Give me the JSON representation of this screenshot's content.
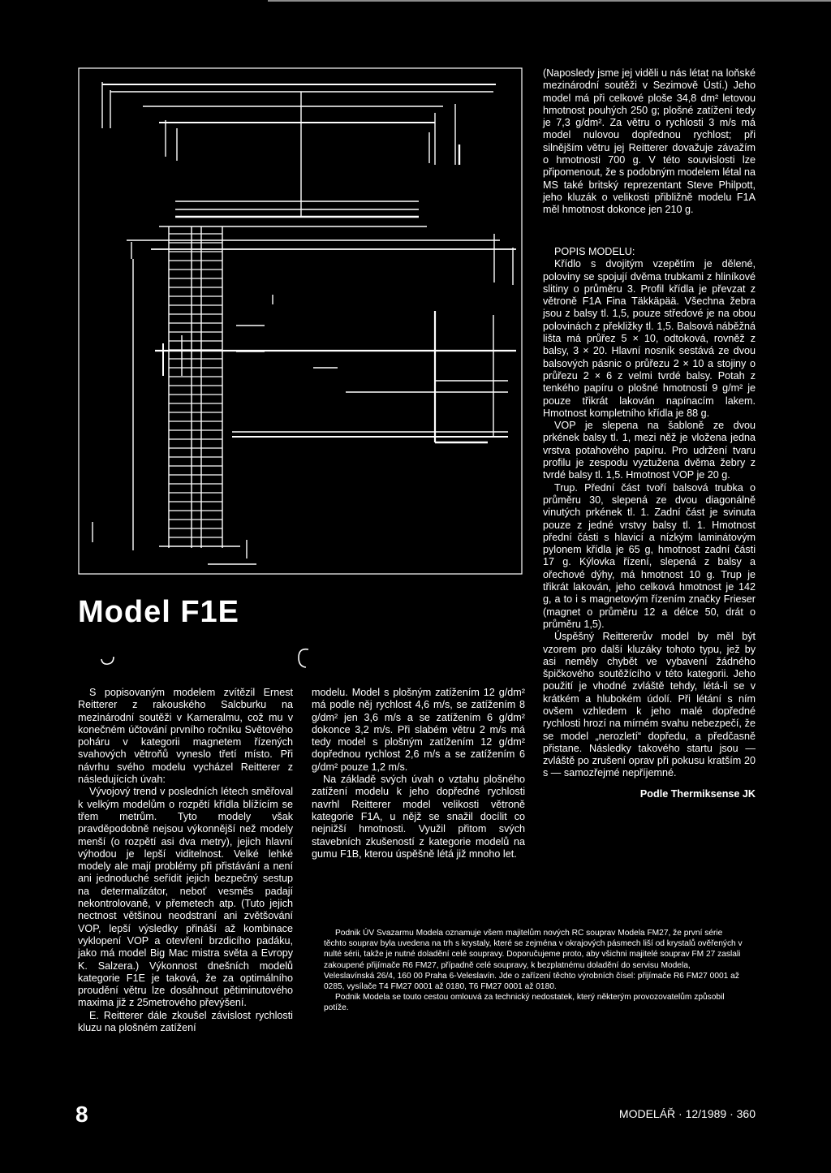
{
  "title": "Model F1E",
  "col_right_top": [
    "(Naposledy jsme jej viděli u nás létat na loňské mezinárodní soutěži v Sezimově Ústí.) Jeho model má při celkové ploše 34,8 dm² letovou hmotnost pouhých 250 g; plošné zatížení tedy je 7,3 g/dm². Za větru o rychlosti 3 m/s má model nulovou dopřednou rychlost; při silnějším větru jej Reitterer dovažuje závažím o hmotnosti 700 g. V této souvislosti lze připomenout, že s podobným modelem létal na MS také britský reprezentant Steve Philpott, jeho kluzák o velikosti přibližně modelu F1A měl hmotnost dokonce jen 210 g."
  ],
  "col_right_main": [
    "POPIS MODELU:",
    "Křídlo s dvojitým vzepětím je dělené, poloviny se spojují dvěma trubkami z hliníkové slitiny o průměru 3. Profil křídla je převzat z větroně F1A Fina Täkkäpää. Všechna žebra jsou z balsy tl. 1,5, pouze středové je na obou polovinách z překližky tl. 1,5. Balsová náběžná lišta má průřez 5 × 10, odtoková, rovněž z balsy, 3 × 20. Hlavní nosník sestává ze dvou balsových pásnic o průřezu 2 × 10 a stojiny o průřezu 2 × 6 z velmi tvrdé balsy. Potah z tenkého papíru o plošné hmotnosti 9 g/m² je pouze třikrát lakován napínacím lakem. Hmotnost kompletního křídla je 88 g.",
    "VOP je slepena na šabloně ze dvou prkének balsy tl. 1, mezi něž je vložena jedna vrstva potahového papíru. Pro udržení tvaru profilu je zespodu vyztužena dvěma žebry z tvrdé balsy tl. 1,5. Hmotnost VOP je 20 g.",
    "Trup. Přední část tvoří balsová trubka o průměru 30, slepená ze dvou diagonálně vinutých prkének tl. 1. Zadní část je svinuta pouze z jedné vrstvy balsy tl. 1. Hmotnost přední části s hlavicí a nízkým laminátovým pylonem křídla je 65 g, hmotnost zadní části 17 g. Kýlovka řízení, slepená z balsy a ořechové dýhy, má hmotnost 10 g. Trup je třikrát lakován, jeho celková hmotnost je 142 g, a to i s magnetovým řízením značky Frieser (magnet o průměru 12 a délce 50, drát o průměru 1,5).",
    "Úspěšný Reittererův model by měl být vzorem pro další kluzáky tohoto typu, jež by asi neměly chybět ve vybavení žádného špičkového soutěžícího v této kategorii. Jeho použití je vhodné zvláště tehdy, létá-li se v krátkém a hlubokém údolí. Při létání s ním ovšem vzhledem k jeho malé dopředné rychlosti hrozí na mírném svahu nebezpečí, že se model „nerozletí“ dopředu, a předčasně přistane. Následky takového startu jsou — zvláště po zrušení oprav při pokusu kratším 20 s — samozřejmé nepříjemné."
  ],
  "signature": "Podle Thermiksense JK",
  "col_left": [
    "S popisovaným modelem zvítězil Ernest Reitterer z rakouského Salcburku na mezinárodní soutěži v Karneralmu, což mu v konečném účtování prvního ročníku Světového poháru v kategorii magnetem řízených svahových větroňů vyneslo třetí místo. Při návrhu svého modelu vycházel Reitterer z následujících úvah:",
    "Vývojový trend v posledních létech směřoval k velkým modelům o rozpětí křídla blížícím se třem metrům. Tyto modely však pravděpodobně nejsou výkonnější než modely menší (o rozpětí asi dva metry), jejich hlavní výhodou je lepší viditelnost. Velké lehké modely ale mají problémy při přistávání a není ani jednoduché seřídit jejich bezpečný sestup na determalizátor, neboť vesměs padají nekontrolovaně, v přemetech atp. (Tuto jejich nectnost většinou neodstraní ani zvětšování VOP, lepší výsledky přináší až kombinace vyklopení VOP a otevření brzdicího padáku, jako má model Big Mac mistra světa a Evropy K. Salzera.) Výkonnost dnešních modelů kategorie F1E je taková, že za optimálního proudění větru lze dosáhnout pětiminutového maxima již z 25metrového převýšení.",
    "E. Reitterer dále zkoušel závislost rychlosti kluzu na plošném zatížení"
  ],
  "col_mid": [
    "modelu. Model s plošným zatížením 12 g/dm² má podle něj rychlost 4,6 m/s, se zatížením 8 g/dm² jen 3,6 m/s a se zatížením 6 g/dm² dokonce 3,2 m/s. Při slabém větru 2 m/s má tedy model s plošným zatížením 12 g/dm² dopřednou rychlost 2,6 m/s a se zatížením 6 g/dm² pouze 1,2 m/s.",
    "Na základě svých úvah o vztahu plošného zatížení modelu k jeho dopředné rychlosti navrhl Reitterer model velikosti větroně kategorie F1A, u nějž se snažil docílit co nejnižší hmotnosti. Využil přitom svých stavebních zkušeností z kategorie modelů na gumu F1B, kterou úspěšně létá již mnoho let."
  ],
  "notice": [
    "Podnik ÚV Svazarmu Modela oznamuje všem majitelům nových RC souprav Modela FM27, že první série těchto souprav byla uvedena na trh s krystaly, které se zejména v okrajových pásmech liší od krystalů ověřených v nulté sérii, takže je nutné doladění celé soupravy. Doporučujeme proto, aby všichni majitelé souprav FM 27 zaslali zakoupené přijímače R6 FM27, případně celé soupravy, k bezplatnému doladění do servisu Modela, Veleslavínská 26/4, 160 00 Praha 6-Veleslavín. Jde o zařízení těchto výrobních čísel: přijímače R6 FM27 0001 až 0285, vysílače T4 FM27 0001 až 0180, T6 FM27 0001 až 0180.",
    "Podnik Modela se touto cestou omlouvá za technický nedostatek, který některým provozovatelům způsobil potíže."
  ],
  "page_number": "8",
  "footer": "MODELÁŘ · 12/1989 · 360"
}
